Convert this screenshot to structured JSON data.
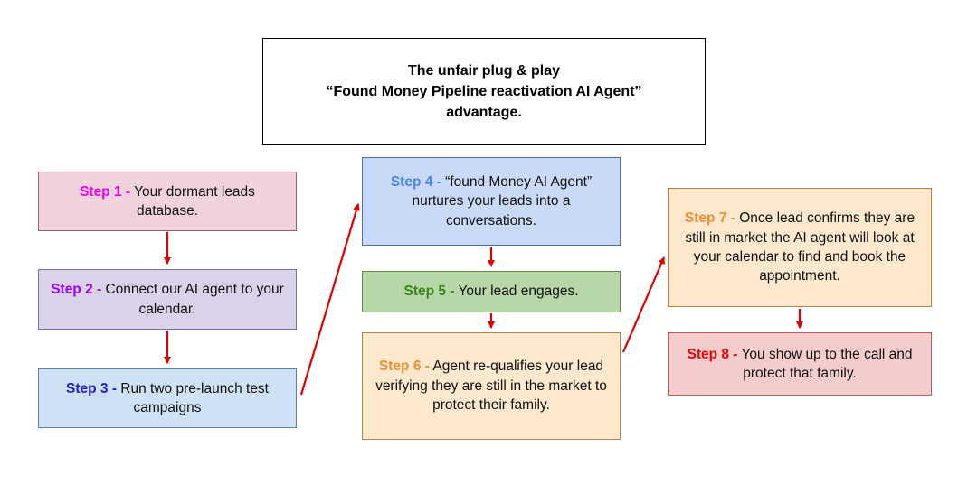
{
  "title": {
    "lines": [
      "The unfair plug & play",
      "“Found Money Pipeline reactivation AI Agent”",
      "advantage."
    ]
  },
  "colors": {
    "arrow": "#e00000"
  },
  "steps": [
    {
      "label": "Step 1 -",
      "text": "Your dormant leads database.",
      "label_color": "#ee00ee",
      "bg": "#f0d2dd",
      "border": "#9c5b70"
    },
    {
      "label": "Step 2 -",
      "text": "Connect our AI agent to your calendar.",
      "label_color": "#9900ff",
      "bg": "#d9d2e9",
      "border": "#7a6fa0"
    },
    {
      "label": "Step 3 -",
      "text": "Run two pre-launch test campaigns",
      "label_color": "#2020d0",
      "bg": "#cfe2f3",
      "border": "#5b7fa6"
    },
    {
      "label": "Step 4 -",
      "text": "“found Money AI Agent” nurtures your leads into a conversations.",
      "label_color": "#4a86e8",
      "bg": "#c9daf8",
      "border": "#4a6ea8"
    },
    {
      "label": "Step 5 -",
      "text": "Your lead engages.",
      "label_color": "#38861d",
      "bg": "#b7d7a8",
      "border": "#5c8a4a"
    },
    {
      "label": "Step 6 -",
      "text": "Agent re-qualifies your lead verifying they are still in the market to protect their family.",
      "label_color": "#e69138",
      "bg": "#fce8cd",
      "border": "#b98147"
    },
    {
      "label": "Step 7 -",
      "text": "Once lead confirms they are still in market the AI agent will look at your calendar to find and book the appointment.",
      "label_color": "#e69138",
      "bg": "#fce8cd",
      "border": "#b98147"
    },
    {
      "label": "Step 8 -",
      "text": "You show up to the call and protect that family.",
      "label_color": "#ee0000",
      "bg": "#f4cccc",
      "border": "#b06060"
    }
  ]
}
